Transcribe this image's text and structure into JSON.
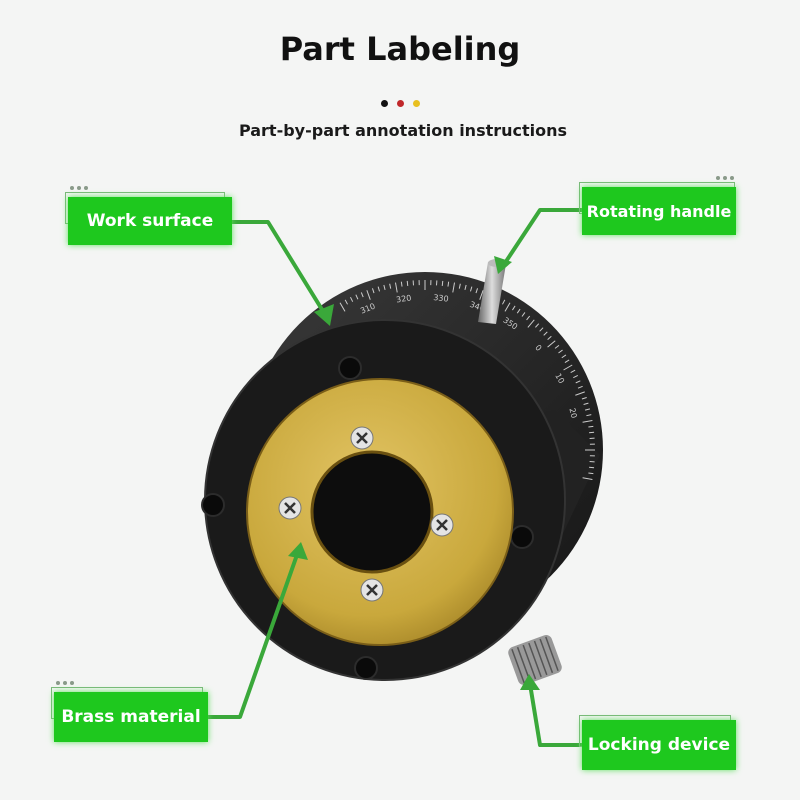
{
  "header": {
    "title": "Part Labeling",
    "subtitle": "Part-by-part annotation instructions",
    "dot_colors": [
      "#111111",
      "#c0282a",
      "#e8c020"
    ]
  },
  "labels": {
    "work_surface": "Work surface",
    "rotating_handle": "Rotating handle",
    "brass_material": "Brass material",
    "locking_device": "Locking device"
  },
  "scale": {
    "ticks": [
      "310",
      "320",
      "330",
      "340",
      "350",
      "0",
      "10",
      "20"
    ]
  },
  "colors": {
    "label_green": "#1ec81e",
    "leader_green": "#3aa83a",
    "brass": "#c9a83c",
    "body": "#1c1c1c"
  }
}
